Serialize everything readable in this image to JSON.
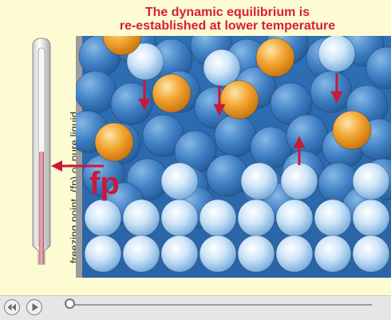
{
  "title": {
    "line1": "The dynamic equilibrium is",
    "line2": "re-established at lower temperature"
  },
  "side_label": {
    "part1": "freezing point",
    "part2": "(fp) of pure liquid"
  },
  "fp_label": "fp",
  "thermometer": {
    "fill_fraction": 0.48
  },
  "playback": {
    "progress": 0,
    "icons": [
      "rewind-icon",
      "play-icon"
    ]
  },
  "colors": {
    "background": "#fdfbd2",
    "title": "#d61f35",
    "arrow": "#c8193a",
    "liquid": "#3b7fc4",
    "solute": "#f0a02a",
    "control_bar": "#e6e6e6"
  }
}
